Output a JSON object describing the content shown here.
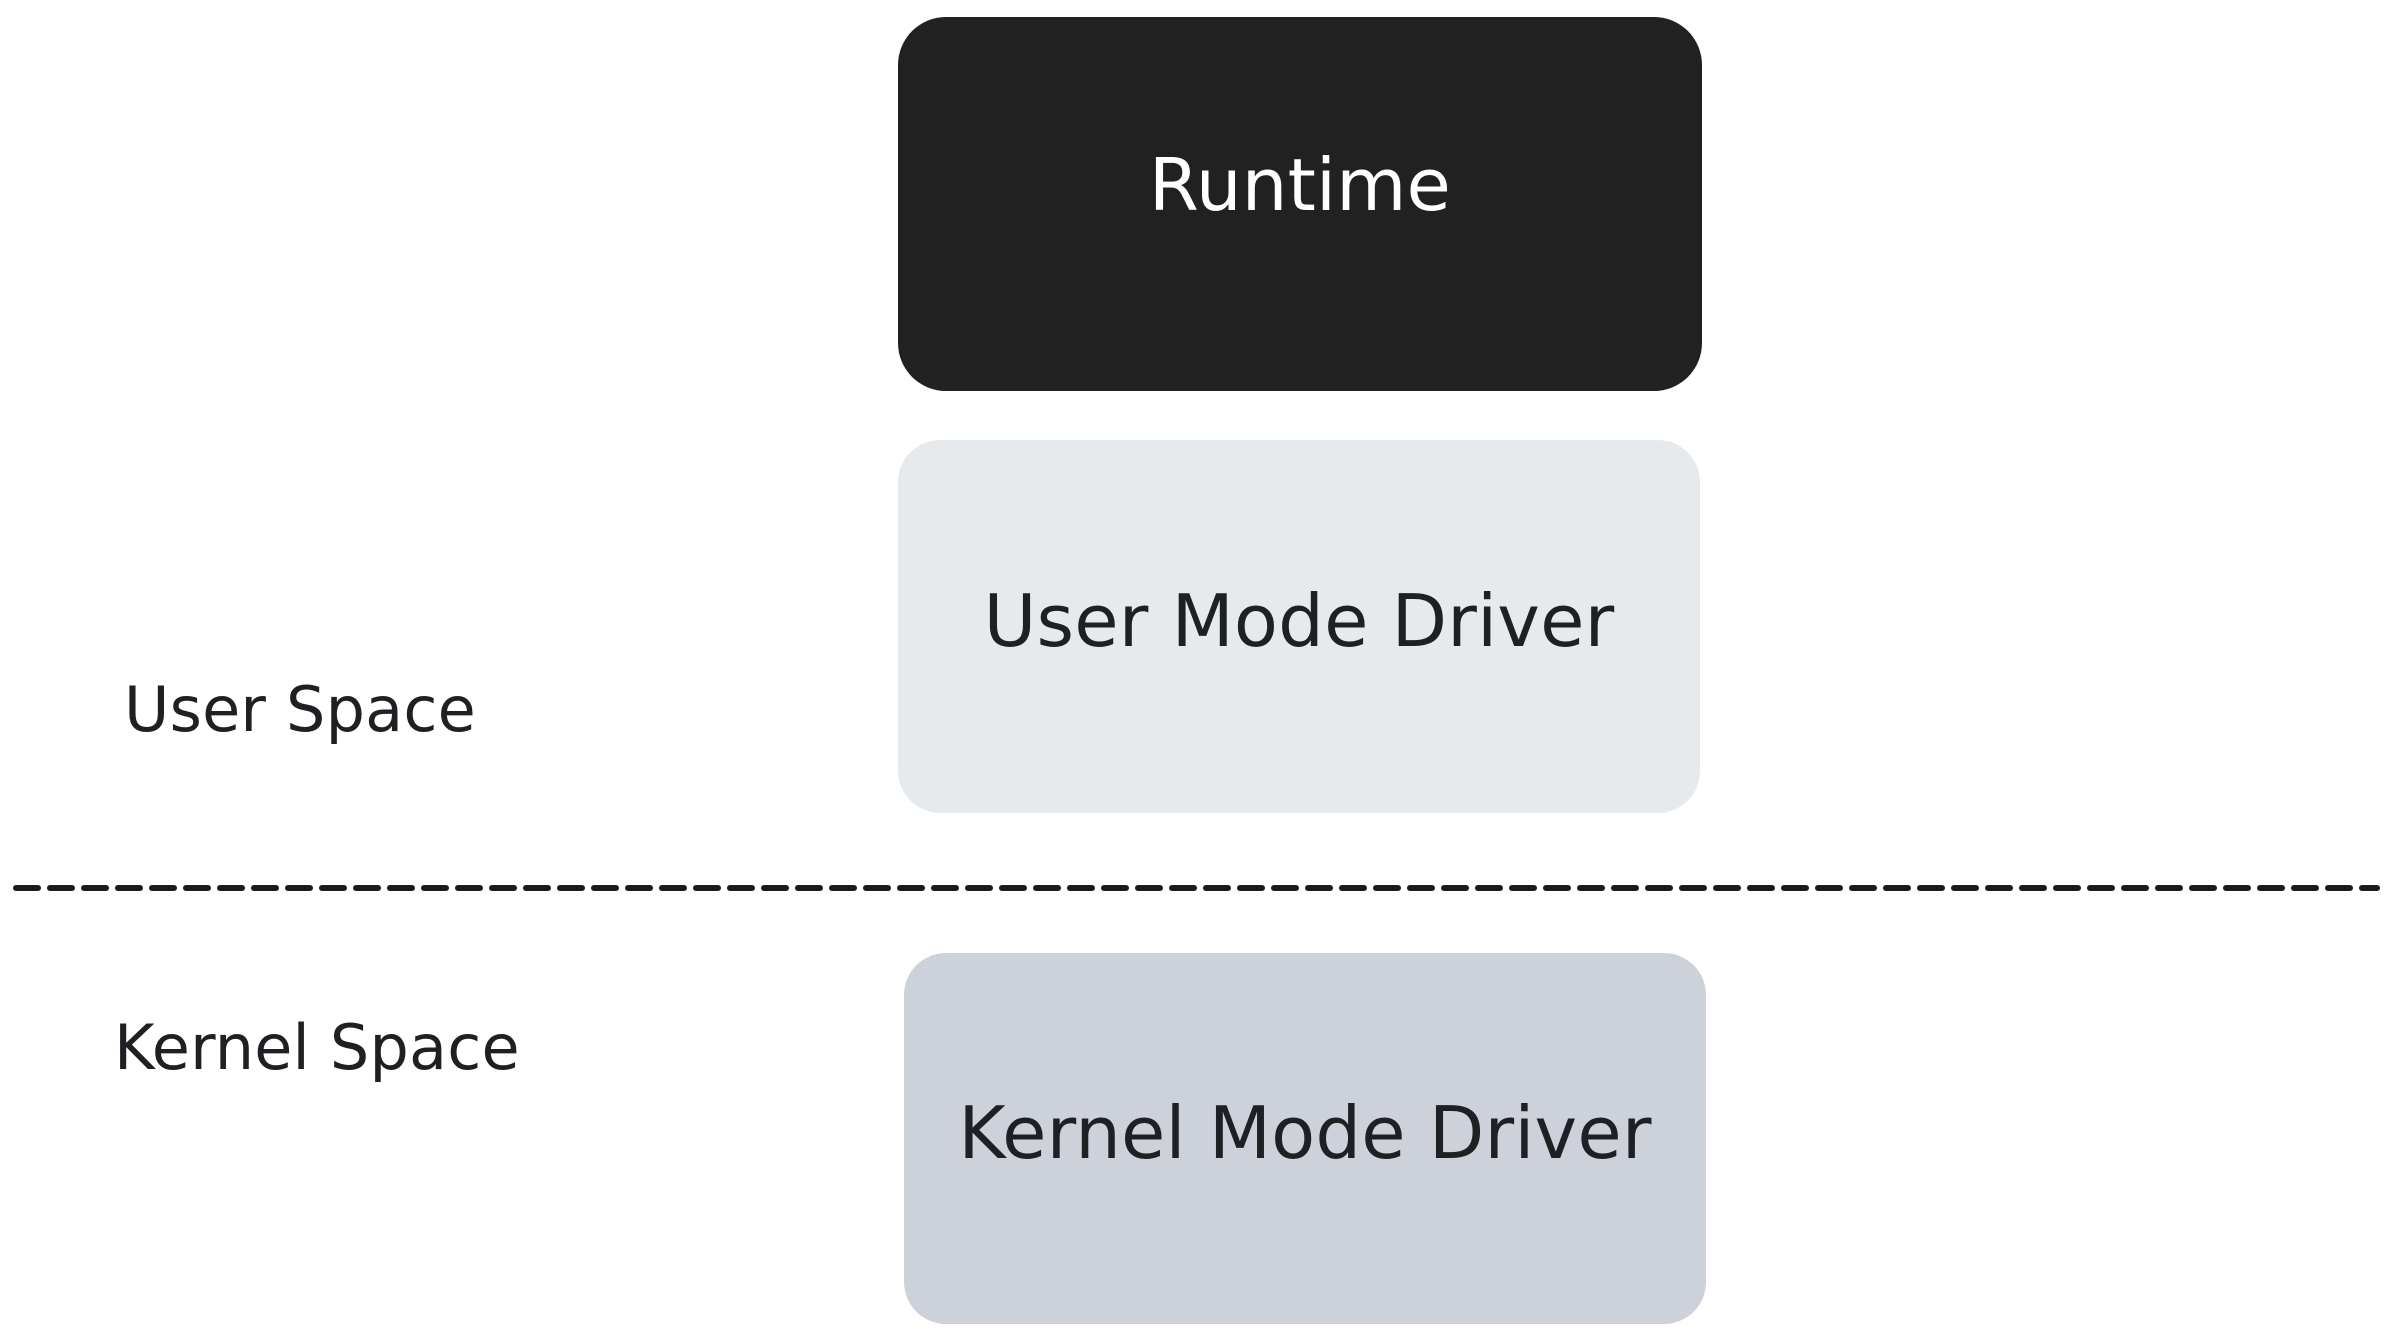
{
  "diagram": {
    "type": "layered-architecture",
    "background_color": "#ffffff",
    "nodes": [
      {
        "id": "runtime",
        "label": "Runtime",
        "fill": "#212121",
        "text_color": "#ffffff",
        "layer": "user-space"
      },
      {
        "id": "user-mode-driver",
        "label": "User Mode Driver",
        "fill": "#e7eaed",
        "text_color": "#1f2023",
        "layer": "user-space"
      },
      {
        "id": "kernel-mode-driver",
        "label": "Kernel Mode Driver",
        "fill": "#ccd1da",
        "text_color": "#1f2023",
        "layer": "kernel-space"
      }
    ],
    "layers": [
      {
        "id": "user-space",
        "label": "User Space"
      },
      {
        "id": "kernel-space",
        "label": "Kernel Space"
      }
    ],
    "divider": {
      "style": "dashed",
      "color": "#1b1b1b",
      "thickness": 6,
      "dash": 22,
      "gap": 12
    }
  }
}
